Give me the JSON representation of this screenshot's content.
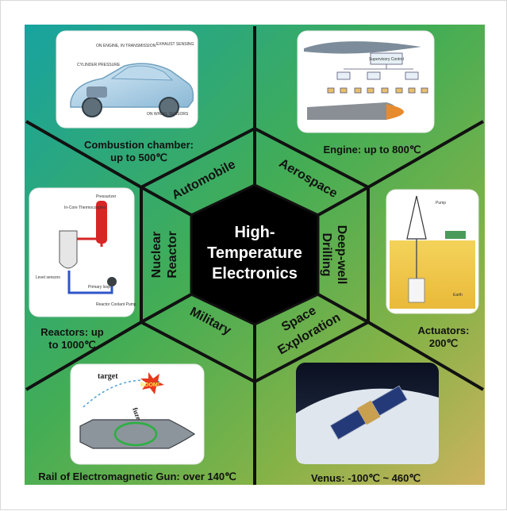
{
  "center": {
    "lines": [
      "High-",
      "Temperature",
      "Electronics"
    ]
  },
  "segments": {
    "automobile": "Automobile",
    "aerospace": "Aerospace",
    "deep_well_line1": "Deep-well",
    "deep_well_line2": "Drilling",
    "space_line1": "Space",
    "space_line2": "Exploration",
    "military": "Military",
    "nuclear_line1": "Nuclear",
    "nuclear_line2": "Reactor"
  },
  "captions": {
    "automobile_line1": "Combustion chamber:",
    "automobile_line2": "up to 500℃",
    "aerospace": "Engine: up to 800℃",
    "actuators_line1": "Actuators:",
    "actuators_line2": "200℃",
    "venus": "Venus: -100℃ ~ 460℃",
    "railgun": "Rail of Electromagnetic Gun: over 140℃",
    "reactor_line1": "Reactors: up",
    "reactor_line2": "to 1000℃"
  },
  "car_labels": {
    "engine": "ON ENGINE, IN TRANSMISSION",
    "cylinder": "CYLINDER PRESSURE",
    "exhaust": "EXHAUST SENSING",
    "wheel": "ON WHEEL SENSORS"
  },
  "aero_labels": {
    "controller": "Supervisory Control"
  },
  "drill_labels": {
    "pump": "Pump",
    "earth": "Earth"
  },
  "reactor_labels": {
    "pressurizer": "Pressurizer",
    "thermocouples": "In-Core Thermocouples",
    "primary_loop": "Primary loop",
    "pump": "Reactor Coolant Pump",
    "level": "Level sensors"
  },
  "gun_labels": {
    "target": "target",
    "boom": "BOOM!",
    "fuze": "fuze"
  },
  "colors": {
    "teal": "#1fa59a",
    "green": "#57b04a",
    "olive": "#8cb04a",
    "tan": "#cbb25e",
    "center": "#000000"
  }
}
